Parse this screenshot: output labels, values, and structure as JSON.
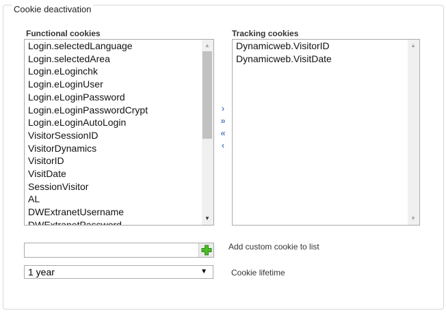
{
  "fieldset": {
    "legend": "Cookie deactivation"
  },
  "functional": {
    "label": "Functional cookies",
    "items": [
      "Login.selectedLanguage",
      "Login.selectedArea",
      "Login.eLoginchk",
      "Login.eLoginUser",
      "Login.eLoginPassword",
      "Login.eLoginPasswordCrypt",
      "Login.eLoginAutoLogin",
      "VisitorSessionID",
      "VisitorDynamics",
      "VisitorID",
      "VisitDate",
      "SessionVisitor",
      "AL",
      "DWExtranetUsername",
      "DWExtranetPassword"
    ]
  },
  "tracking": {
    "label": "Tracking cookies",
    "items": [
      "Dynamicweb.VisitorID",
      "Dynamicweb.VisitDate"
    ]
  },
  "move": {
    "right": "›",
    "all_right": "»",
    "all_left": "«",
    "left": "‹"
  },
  "custom": {
    "value": "",
    "label": "Add custom cookie to list"
  },
  "lifetime": {
    "selected": "1 year",
    "label": "Cookie lifetime"
  }
}
